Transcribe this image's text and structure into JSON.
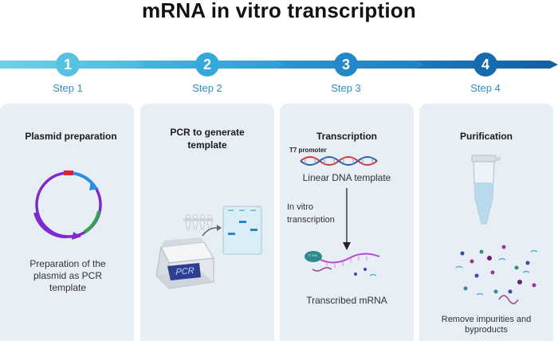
{
  "title": "mRNA in vitro transcription",
  "colors": {
    "arrow_light": "#58c3e0",
    "arrow_mid": "#3aa6d8",
    "arrow_dark": "#1f7fc0",
    "arrow_darkest": "#1563a8",
    "panel_bg": "#e8eef5",
    "step_text": "#2f8fc4"
  },
  "steps": [
    {
      "number": "1",
      "label": "Step 1",
      "title": "Plasmid preparation",
      "caption": [
        "Preparation of the",
        "plasmid as PCR",
        "template"
      ]
    },
    {
      "number": "2",
      "label": "Step 2",
      "title": [
        "PCR to generate",
        "template"
      ]
    },
    {
      "number": "3",
      "label": "Step 3",
      "title": "Transcription",
      "promoter": "T7 promoter",
      "dna_label": "Linear DNA template",
      "arrow_label": [
        "In vitro",
        "transcription"
      ],
      "enzyme": "T7 Pol",
      "caption": "Transcribed mRNA"
    },
    {
      "number": "4",
      "label": "Step 4",
      "title": "Purification",
      "caption": [
        "Remove impurities and",
        "byproducts"
      ]
    }
  ],
  "machine_screen": "PCR"
}
